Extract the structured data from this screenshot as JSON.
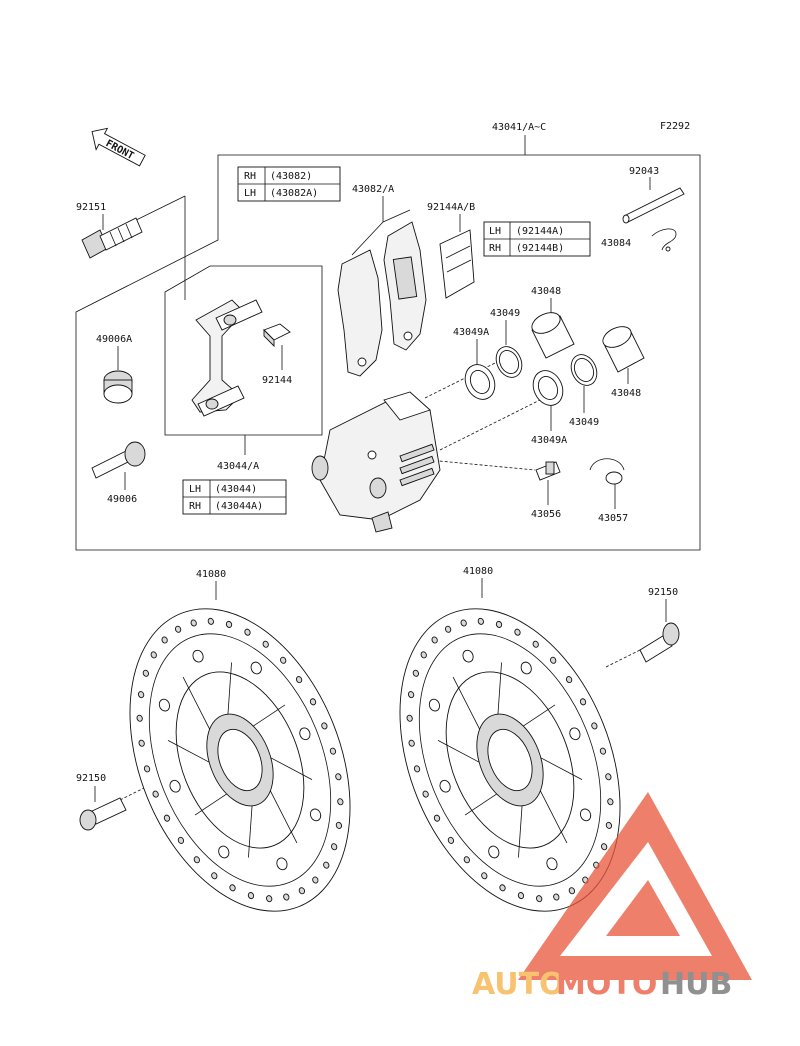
{
  "diagram_code": "F2292",
  "front_label": "FRONT",
  "labels": {
    "p43041": "43041/A~C",
    "p92043": "92043",
    "p43084": "43084",
    "p92151": "92151",
    "p43082": "43082/A",
    "p92144ab": "92144A/B",
    "p49006a": "49006A",
    "p92144": "92144",
    "p43048_top": "43048",
    "p43049_top": "43049",
    "p43049a_top": "43049A",
    "p43048_right": "43048",
    "p43049_right": "43049",
    "p43049a_bot": "43049A",
    "p43044": "43044/A",
    "p49006": "49006",
    "p43056": "43056",
    "p43057": "43057",
    "p41080_left": "41080",
    "p41080_right": "41080",
    "p92150_right": "92150",
    "p92150_left": "92150"
  },
  "tables": {
    "pads": [
      {
        "side": "RH",
        "part": "(43082)"
      },
      {
        "side": "LH",
        "part": "(43082A)"
      }
    ],
    "shims": [
      {
        "side": "LH",
        "part": "(92144A)"
      },
      {
        "side": "RH",
        "part": "(92144B)"
      }
    ],
    "bracket": [
      {
        "side": "LH",
        "part": "(43044)"
      },
      {
        "side": "RH",
        "part": "(43044A)"
      }
    ]
  },
  "watermark": {
    "part1": "AUTO",
    "part2": "MOTO",
    "part3": "HUB",
    "color_orange": "#f5b041",
    "color_red": "#e8553a",
    "color_grey": "#6b6b6b"
  }
}
